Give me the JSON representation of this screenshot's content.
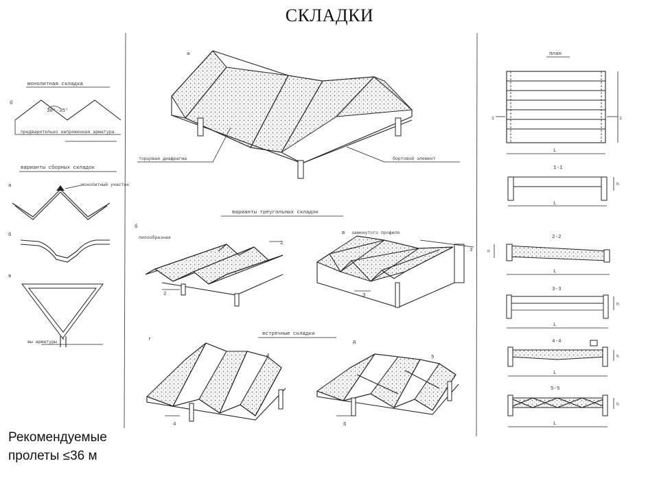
{
  "title": "СКЛАДКИ",
  "caption": {
    "line1": "Рекомендуемые",
    "line2": "пролеты ≤36 м"
  },
  "left_column": {
    "monolithic_heading": "монолитная складка",
    "angle_label": "30°-35°",
    "prestressed_label": "предварительно напряженная арматура",
    "prefab_heading": "варианты сборных складок",
    "monolithic_area_label": "монолитный участок",
    "rebar_exits_label": "вы арматуры"
  },
  "center": {
    "end_diaphragm_label": "торцовая диафрагма",
    "edge_element_label": "бортовой элемент",
    "triangular_heading": "варианты треугольных складок",
    "sawtooth_label": "пилообразная",
    "closed_span_label": "замкнутого профиля",
    "counter_heading": "встречные складки",
    "marks": {
      "a": "а",
      "b": "б",
      "v": "в",
      "g": "г",
      "d": "д",
      "two": "2",
      "three": "3",
      "four": "4",
      "five": "5",
      "six": "6"
    }
  },
  "right_column": {
    "plan_heading": "план",
    "section_11": "1-1",
    "section_22": "2-2",
    "section_33": "3-3",
    "section_44": "4-4",
    "section_55": "5-5",
    "span_label": "L",
    "height_label": "h"
  }
}
